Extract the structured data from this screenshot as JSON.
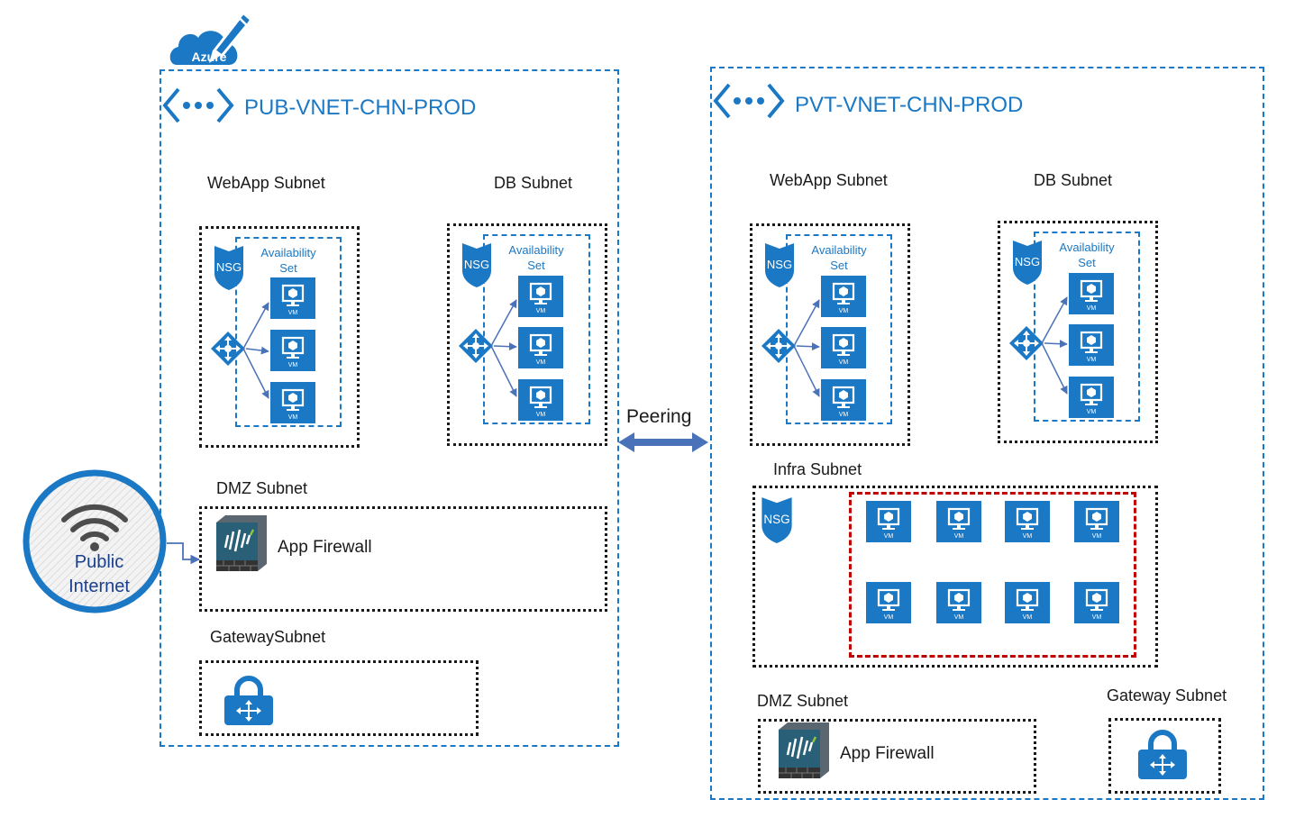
{
  "badge": "Azure",
  "pub": {
    "title": "PUB-VNET-CHN-PROD",
    "webapp": "WebApp Subnet",
    "db": "DB Subnet",
    "dmz": "DMZ Subnet",
    "gateway": "GatewaySubnet",
    "aset": "Availability Set",
    "firewall": "App Firewall"
  },
  "pvt": {
    "title": "PVT-VNET-CHN-PROD",
    "webapp": "WebApp Subnet",
    "db": "DB Subnet",
    "infra": "Infra Subnet",
    "dmz": "DMZ Subnet",
    "gateway": "Gateway Subnet",
    "aset": "Availability Set",
    "firewall": "App Firewall"
  },
  "peering": "Peering",
  "internet": "Public Internet",
  "nsg": "NSG",
  "vm": "VM",
  "colors": {
    "azure_blue": "#1b78c4",
    "red": "#c00000",
    "dark": "#1a1a1a"
  },
  "icons": [
    "azure-cloud-icon",
    "vnet-icon",
    "nsg-shield-icon",
    "load-balancer-icon",
    "vm-icon",
    "firewall-icon",
    "vpn-gateway-icon",
    "wifi-icon"
  ]
}
